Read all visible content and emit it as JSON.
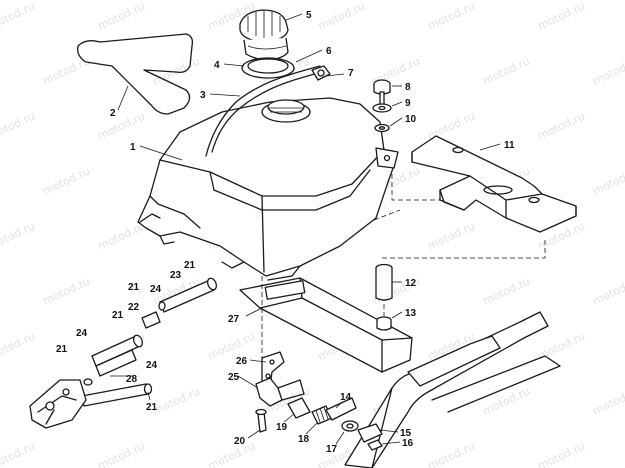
{
  "watermark": "motod.ru",
  "callouts": [
    {
      "id": "1",
      "label": "1"
    },
    {
      "id": "2",
      "label": "2"
    },
    {
      "id": "3",
      "label": "3"
    },
    {
      "id": "4",
      "label": "4"
    },
    {
      "id": "5",
      "label": "5"
    },
    {
      "id": "6",
      "label": "6"
    },
    {
      "id": "7",
      "label": "7"
    },
    {
      "id": "8",
      "label": "8"
    },
    {
      "id": "9",
      "label": "9"
    },
    {
      "id": "10",
      "label": "10"
    },
    {
      "id": "11",
      "label": "11"
    },
    {
      "id": "12",
      "label": "12"
    },
    {
      "id": "13",
      "label": "13"
    },
    {
      "id": "14",
      "label": "14"
    },
    {
      "id": "15",
      "label": "15"
    },
    {
      "id": "16",
      "label": "16"
    },
    {
      "id": "17",
      "label": "17"
    },
    {
      "id": "18",
      "label": "18"
    },
    {
      "id": "19",
      "label": "19"
    },
    {
      "id": "20",
      "label": "20"
    },
    {
      "id": "21",
      "label": "21"
    },
    {
      "id": "22",
      "label": "22"
    },
    {
      "id": "23",
      "label": "23"
    },
    {
      "id": "24",
      "label": "24"
    },
    {
      "id": "25",
      "label": "25"
    },
    {
      "id": "26",
      "label": "26"
    },
    {
      "id": "27",
      "label": "27"
    },
    {
      "id": "28",
      "label": "28"
    }
  ]
}
